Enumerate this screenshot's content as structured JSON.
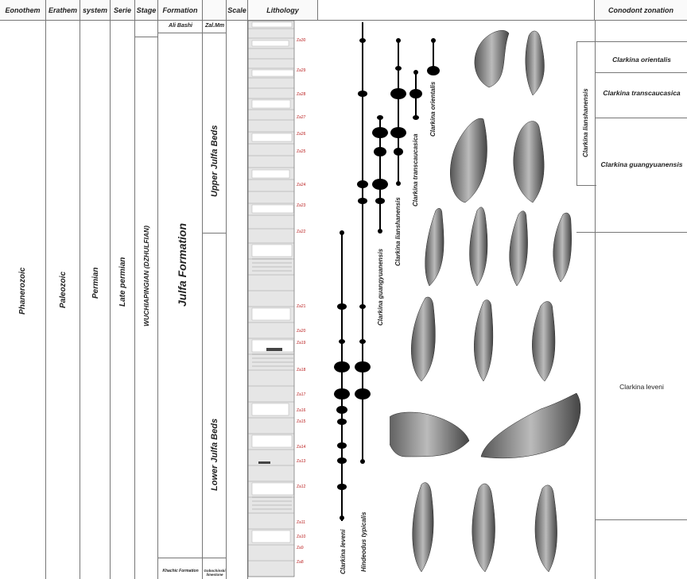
{
  "headers": {
    "eonothem": "Eonothem",
    "erathem": "Erathem",
    "system": "system",
    "serie": "Serie",
    "stage": "Stage",
    "formation": "Formation",
    "scale": "Scale",
    "lithology": "Lithology",
    "conodont": "Conodont zonation"
  },
  "columns": {
    "eonothem": "Phanerozoic",
    "erathem": "Paleozoic",
    "system": "Permian",
    "serie": "Late permian",
    "stage": "WUCHIAPINGIAN (DZHULFIAN)",
    "formation": "Julfa Formation",
    "ali_bashi": "Ali Bashi",
    "zal_mm": "Zal.Mm",
    "upper_beds": "Upper Julfa Beds",
    "lower_beds": "Lower Julfa Beds",
    "khachik": "Khachic Formation",
    "dalan": "Gobochinski limestone"
  },
  "samples": [
    "Za30",
    "Za29",
    "Za28",
    "Za27",
    "Za26",
    "Za25",
    "Za24",
    "Za23",
    "Za22",
    "Za21",
    "Za20",
    "Za19",
    "Za18",
    "Za17",
    "Za16",
    "Za15",
    "Za14",
    "Za13",
    "Za12",
    "Za11",
    "Za10",
    "Za9",
    "Za8"
  ],
  "taxa": {
    "leveni": "Clarkina leveni",
    "typicalis": "Hindeodus typicalis",
    "guangyuanensis": "Clarkina guangyuanensis",
    "lianshanensis": "Clarkina lianshanensis",
    "transcaucasica": "Clarkina transcaucasica",
    "orientalis": "Clarkina orientalis"
  },
  "zones": {
    "orientalis": "Clarkina orientalis",
    "transcaucasica": "Clarkina transcaucasica",
    "guangyuanensis": "Clarkina guangyuanensis",
    "lianshanensis": "Clarkina lianshanensis",
    "leveni": "Clarkina leveni"
  }
}
